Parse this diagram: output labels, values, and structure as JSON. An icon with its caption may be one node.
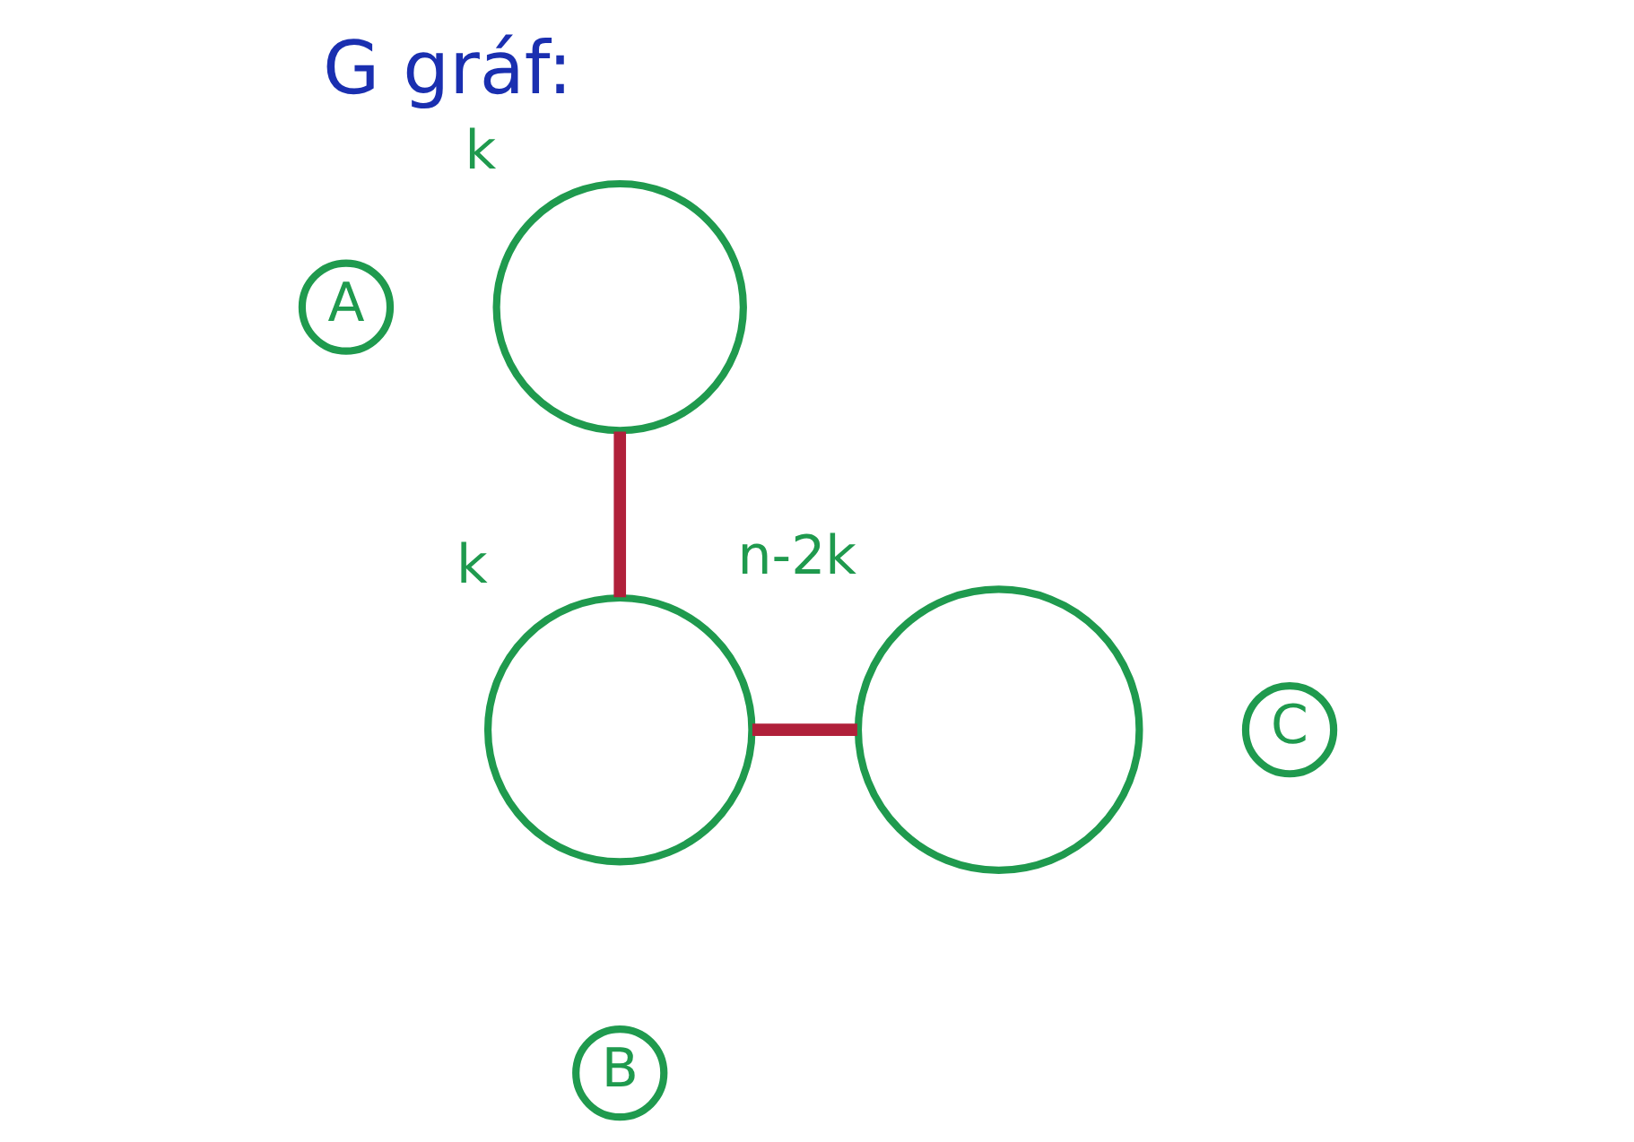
{
  "diagram": {
    "title": "G gráf:",
    "nodes": [
      {
        "text": [
          "A"
        ]
      },
      {
        "text": [],
        "shape": "circle",
        "beside": [
          "k"
        ]
      },
      {
        "text": [],
        "shape": "circle",
        "beside": [
          "n-2k"
        ]
      },
      {
        "text": [],
        "shape": "circle",
        "beside": [
          "k"
        ]
      },
      {
        "text": [
          "C"
        ]
      },
      {
        "text": [
          "B"
        ]
      }
    ],
    "edges": [
      {
        "from": 1,
        "to": 3,
        "arrow": "none"
      },
      {
        "from": 3,
        "to": 2,
        "arrow": "none"
      }
    ]
  }
}
